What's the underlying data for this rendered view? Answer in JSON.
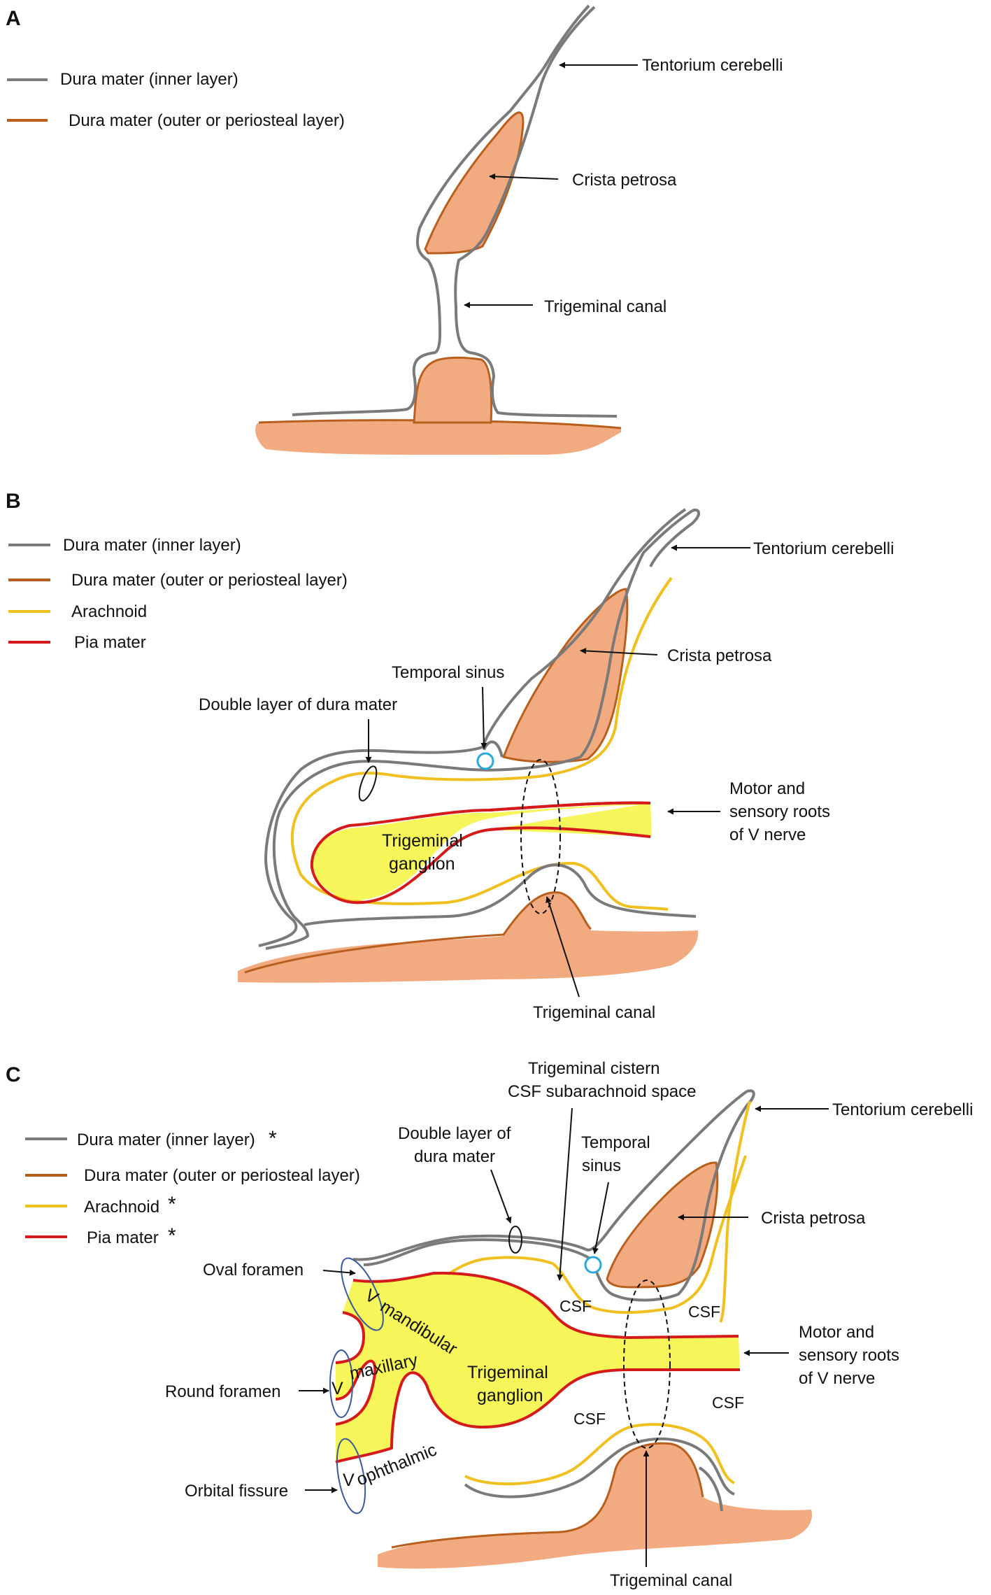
{
  "colors": {
    "dura_inner": "#7a7a7a",
    "dura_outer": "#b85f1e",
    "bone_fill": "#f2aa80",
    "arachnoid": "#f0c020",
    "pia": "#d41a1a",
    "ganglion_fill": "#f6f65a",
    "sinus": "#2aa9d8"
  },
  "panels": {
    "a": {
      "letter": "A",
      "legend": {
        "dura_inner": "Dura mater (inner layer)",
        "dura_outer": "Dura mater (outer or periosteal layer)"
      },
      "labels": {
        "tentorium": "Tentorium cerebelli",
        "crista": "Crista petrosa",
        "canal": "Trigeminal canal"
      }
    },
    "b": {
      "letter": "B",
      "legend": {
        "dura_inner": "Dura mater (inner layer)",
        "dura_outer": "Dura mater (outer or periosteal layer)",
        "arachnoid": "Arachnoid",
        "pia": "Pia mater"
      },
      "labels": {
        "tentorium": "Tentorium cerebelli",
        "crista": "Crista petrosa",
        "temporal_sinus": "Temporal sinus",
        "double_layer": "Double layer of dura mater",
        "motor_line1": "Motor and",
        "motor_line2": "sensory roots",
        "motor_line3": "of V nerve",
        "ganglion_line1": "Trigeminal",
        "ganglion_line2": "ganglion",
        "canal": "Trigeminal canal"
      }
    },
    "c": {
      "letter": "C",
      "legend": {
        "dura_inner": "Dura mater (inner layer)",
        "dura_outer": "Dura mater (outer or periosteal layer)",
        "arachnoid": "Arachnoid",
        "pia": "Pia mater",
        "star": "*"
      },
      "labels": {
        "cistern_line1": "Trigeminal cistern",
        "cistern_line2": "CSF subarachnoid space",
        "double_line1": "Double layer of",
        "double_line2": "dura mater",
        "temporal_line1": "Temporal",
        "temporal_line2": "sinus",
        "tentorium": "Tentorium cerebelli",
        "crista": "Crista petrosa",
        "oval": "Oval foramen",
        "round": "Round foramen",
        "orbital": "Orbital fissure",
        "v": "V",
        "mandibular": "mandibular",
        "maxillary": "maxillary",
        "ophthalmic": "ophthalmic",
        "ganglion_line1": "Trigeminal",
        "ganglion_line2": "ganglion",
        "csf": "CSF",
        "motor_line1": "Motor and",
        "motor_line2": "sensory roots",
        "motor_line3": "of V nerve",
        "canal": "Trigeminal canal"
      }
    }
  }
}
